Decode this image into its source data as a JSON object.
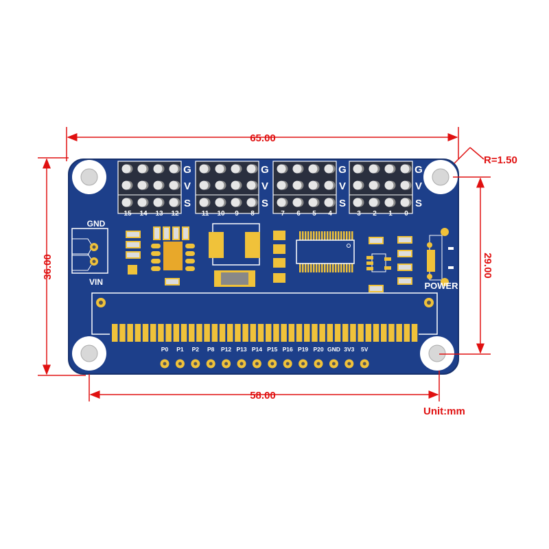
{
  "dimensions": {
    "width": "65.00",
    "height": "36.00",
    "hole_spacing_vertical": "29.00",
    "hole_spacing_horizontal": "58.00",
    "corner_radius": "R=1.50",
    "unit": "Unit:mm"
  },
  "board": {
    "servo_row_labels": [
      "G",
      "V",
      "S"
    ],
    "servo_groups": [
      [
        "15",
        "14",
        "13",
        "12"
      ],
      [
        "11",
        "10",
        "9",
        "8"
      ],
      [
        "7",
        "6",
        "5",
        "4"
      ],
      [
        "3",
        "2",
        "1",
        "0"
      ]
    ],
    "terminal_top_label": "GND",
    "terminal_bottom_label": "VIN",
    "power_label": "POWER",
    "pin_labels": [
      "P0",
      "P1",
      "P2",
      "P8",
      "P12",
      "P13",
      "P14",
      "P15",
      "P16",
      "P19",
      "P20",
      "GND",
      "3V3",
      "5V"
    ]
  },
  "colors": {
    "board": "#1d3f8a",
    "gold": "#f0c23a",
    "dimension": "#e01010"
  }
}
